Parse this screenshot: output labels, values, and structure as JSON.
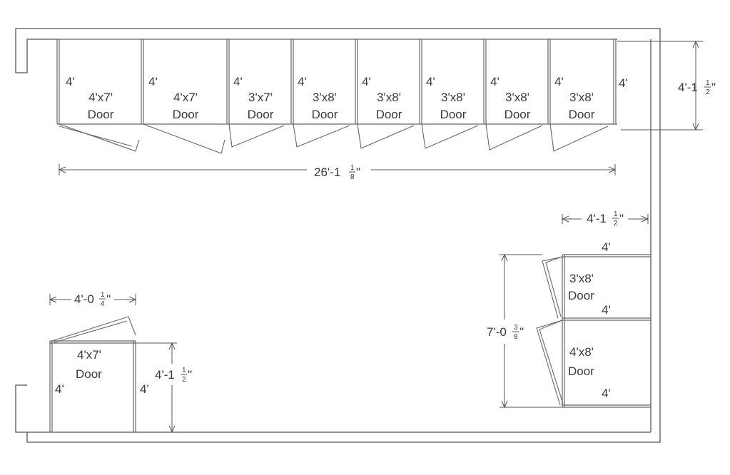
{
  "wall_height_label": "4'",
  "top_row": {
    "doors": [
      {
        "size": "4'x7'",
        "type": "Door"
      },
      {
        "size": "4'x7'",
        "type": "Door"
      },
      {
        "size": "3'x7'",
        "type": "Door"
      },
      {
        "size": "3'x8'",
        "type": "Door"
      },
      {
        "size": "3'x8'",
        "type": "Door"
      },
      {
        "size": "3'x8'",
        "type": "Door"
      },
      {
        "size": "3'x8'",
        "type": "Door"
      },
      {
        "size": "3'x8'",
        "type": "Door"
      }
    ],
    "length": {
      "main": "26'-1",
      "num": "1",
      "den": "8",
      "tail": "\""
    },
    "depth": {
      "main": "4'-1",
      "num": "1",
      "den": "2",
      "tail": "\""
    }
  },
  "right_group": {
    "width": {
      "main": "4'-1",
      "num": "1",
      "den": "2",
      "tail": "\""
    },
    "length": {
      "main": "7'-0",
      "num": "3",
      "den": "8",
      "tail": "\""
    },
    "doors": [
      {
        "size": "3'x8'",
        "type": "Door"
      },
      {
        "size": "4'x8'",
        "type": "Door"
      }
    ]
  },
  "left_unit": {
    "width": {
      "main": "4'-0",
      "num": "1",
      "den": "4",
      "tail": "\""
    },
    "depth": {
      "main": "4'-1",
      "num": "1",
      "den": "2",
      "tail": "\""
    },
    "door": {
      "size": "4'x7'",
      "type": "Door"
    }
  }
}
